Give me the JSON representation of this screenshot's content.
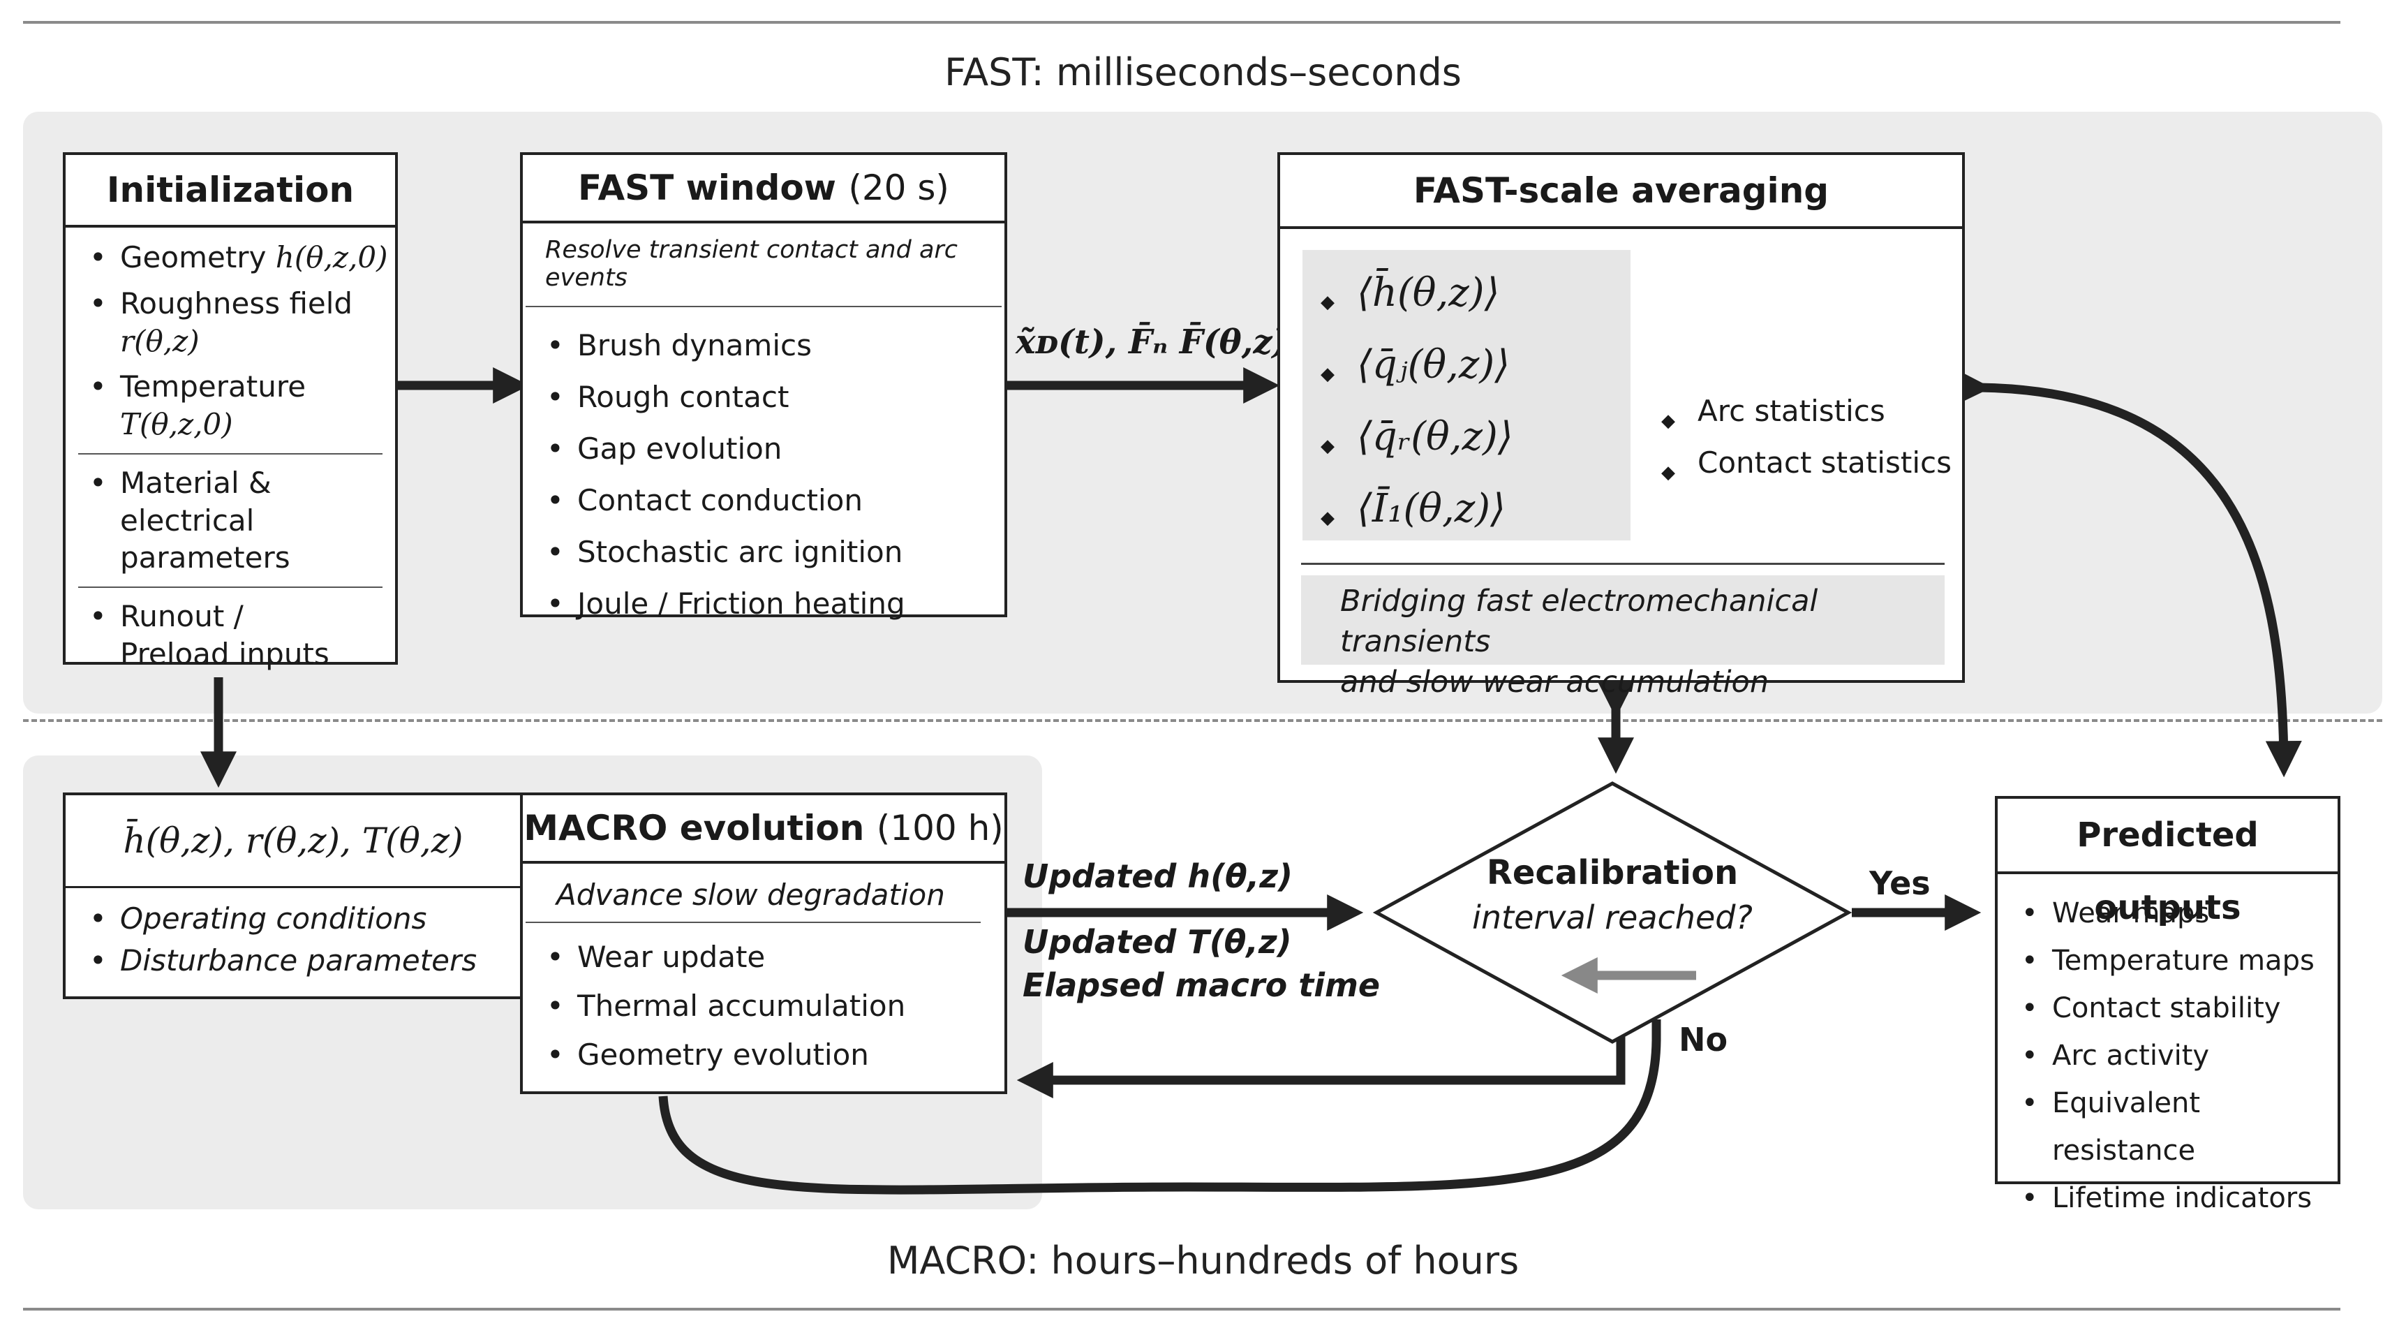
{
  "titles": {
    "fast": "FAST: milliseconds–seconds",
    "macro": "MACRO: hours–hundreds of hours"
  },
  "initialization": {
    "title": "Initialization",
    "items": [
      {
        "text": "Geometry",
        "math": "h(θ,z,0)"
      },
      {
        "text": "Roughness field",
        "math": "r(θ,z)"
      },
      {
        "text": "Temperature",
        "math": "T(θ,z,0)"
      },
      {
        "text": "Material & electrical parameters"
      },
      {
        "text": "Runout / Preload inputs"
      }
    ]
  },
  "fast_window": {
    "title": "FAST window",
    "title_suffix": "(20 s)",
    "subtitle": "Resolve transient contact and arc events",
    "items": [
      "Brush dynamics",
      "Rough contact",
      "Gap evolution",
      "Contact conduction",
      "Stochastic arc ignition",
      "Joule / Friction heating"
    ]
  },
  "fast_link_label": "x̃ᴅ(t), F̄ₙ F̄(θ,z)",
  "averaging": {
    "title": "FAST-scale averaging",
    "averages": [
      "⟨h̄(θ,z)⟩",
      "⟨q̄ⱼ(θ,z)⟩",
      "⟨q̄ᵣ(θ,z)⟩",
      "⟨Ī₁(θ,z)⟩"
    ],
    "stats": [
      "Arc statistics",
      "Contact statistics"
    ],
    "note_line1": "Bridging fast electromechanical transients",
    "note_line2": "and slow wear accumulation"
  },
  "state": {
    "title": "h̄(θ,z), r(θ,z), T(θ,z)",
    "items": [
      "Operating conditions",
      "Disturbance parameters"
    ]
  },
  "macro_evolution": {
    "title": "MACRO evolution",
    "title_suffix": "(100 h)",
    "subtitle": "Advance slow degradation",
    "items": [
      "Wear update",
      "Thermal accumulation",
      "Geometry evolution"
    ]
  },
  "macro_link_labels": {
    "line1": "Updated h(θ,z)",
    "line2": "Updated T(θ,z)",
    "line3": "Elapsed macro time"
  },
  "decision": {
    "line1": "Recalibration",
    "line2": "interval reached?",
    "yes": "Yes",
    "no": "No"
  },
  "outputs": {
    "title": "Predicted outputs",
    "items": [
      "Wear maps",
      "Temperature maps",
      "Contact stability",
      "Arc activity",
      "Equivalent resistance",
      "Lifetime indicators"
    ]
  },
  "colors": {
    "band": "#ececec",
    "stroke": "#222222",
    "inner_arrow": "#888888"
  }
}
